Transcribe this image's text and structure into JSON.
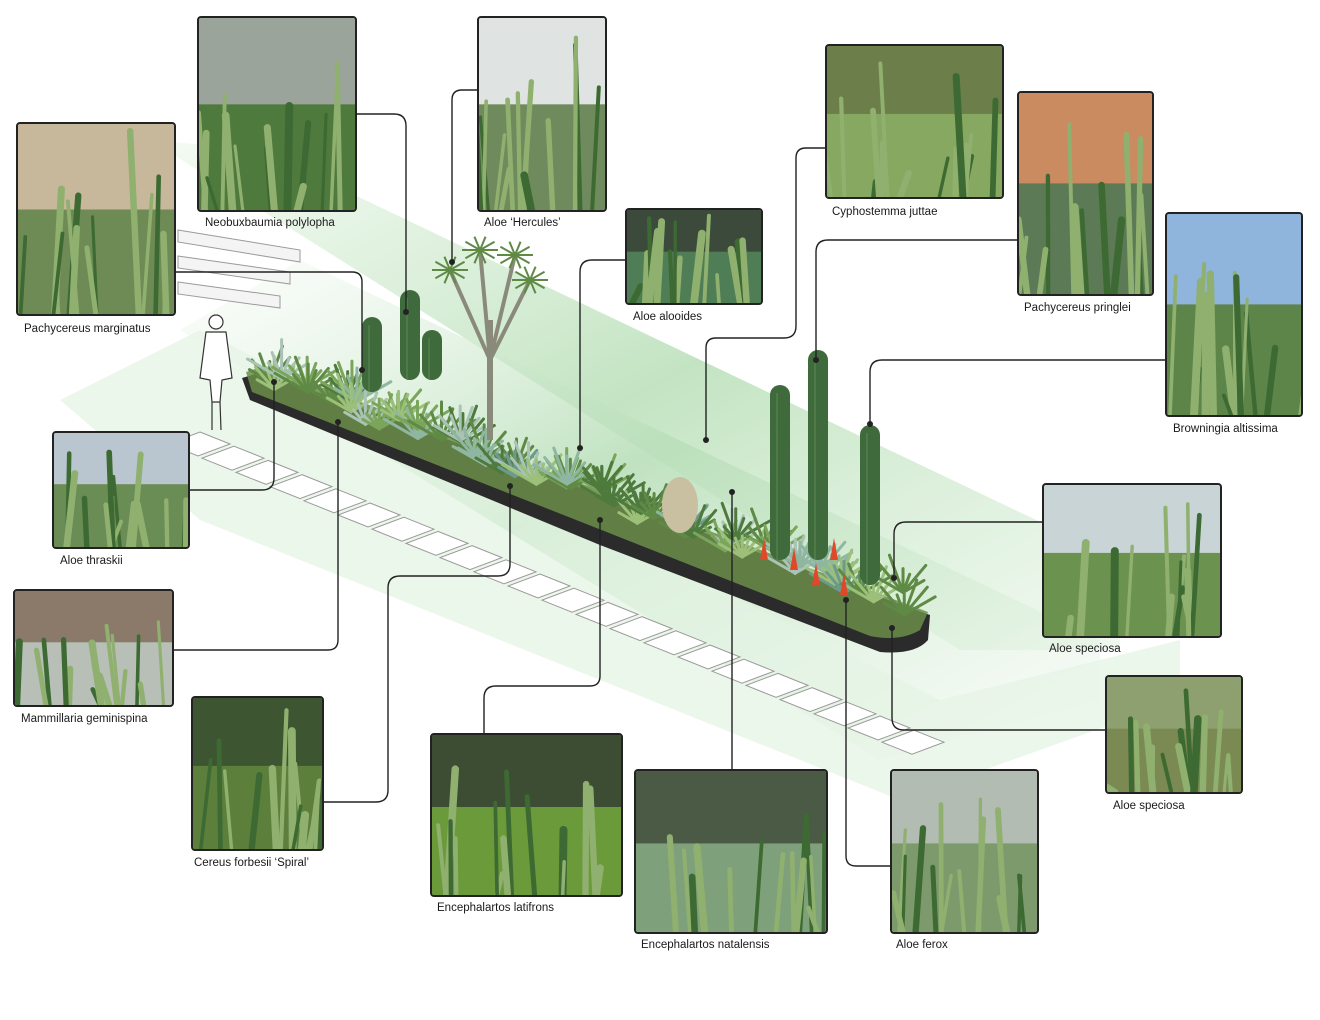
{
  "plants": [
    {
      "id": "pachycereus-marginatus",
      "label": "Pachycereus marginatus",
      "tone": "#6f8b55",
      "sky": "#c7b79b"
    },
    {
      "id": "neobuxbaumia-polylopha",
      "label": "Neobuxbaumia polylopha",
      "tone": "#4f7a3e",
      "sky": "#9aa49a"
    },
    {
      "id": "aloe-hercules",
      "label": "Aloe ‘Hercules’",
      "tone": "#6f8a5c",
      "sky": "#dfe3e2"
    },
    {
      "id": "aloe-alooides",
      "label": "Aloe alooides",
      "tone": "#4f7d55",
      "sky": "#3b4a3a"
    },
    {
      "id": "cyphostemma-juttae",
      "label": "Cyphostemma juttae",
      "tone": "#86a860",
      "sky": "#6c7e4a"
    },
    {
      "id": "pachycereus-pringlei",
      "label": "Pachycereus pringlei",
      "tone": "#5c7a55",
      "sky": "#c98b5f"
    },
    {
      "id": "browningia-altissima",
      "label": "Browningia altissima",
      "tone": "#5d8449",
      "sky": "#8fb5dd"
    },
    {
      "id": "aloe-thraskii",
      "label": "Aloe thraskii",
      "tone": "#6a8c55",
      "sky": "#b9c6cf"
    },
    {
      "id": "mammillaria-geminispina",
      "label": "Mammillaria geminispina",
      "tone": "#b7bfb7",
      "sky": "#8b7a6a"
    },
    {
      "id": "cereus-forbesii-spiral",
      "label": "Cereus forbesii ‘Spiral’",
      "tone": "#5d7f3c",
      "sky": "#3e5532"
    },
    {
      "id": "encephalartos-latifrons",
      "label": "Encephalartos latifrons",
      "tone": "#6b9a3a",
      "sky": "#3c4d33"
    },
    {
      "id": "encephalartos-natalensis",
      "label": "Encephalartos natalensis",
      "tone": "#7ea07a",
      "sky": "#4a5a44"
    },
    {
      "id": "aloe-ferox",
      "label": "Aloe ferox",
      "tone": "#7d9a6d",
      "sky": "#b2bcb2"
    },
    {
      "id": "aloe-speciosa-1",
      "label": "Aloe speciosa",
      "tone": "#6c9250",
      "sky": "#c8d4d6"
    },
    {
      "id": "aloe-speciosa-2",
      "label": "Aloe speciosa",
      "tone": "#7a8a52",
      "sky": "#8fa070"
    }
  ],
  "colors": {
    "leader_line": "#222222",
    "planter": "#2b2b2b",
    "ground_green": "#cfe8cf",
    "paving": "#ffffff",
    "bloom": "#e0482a"
  }
}
